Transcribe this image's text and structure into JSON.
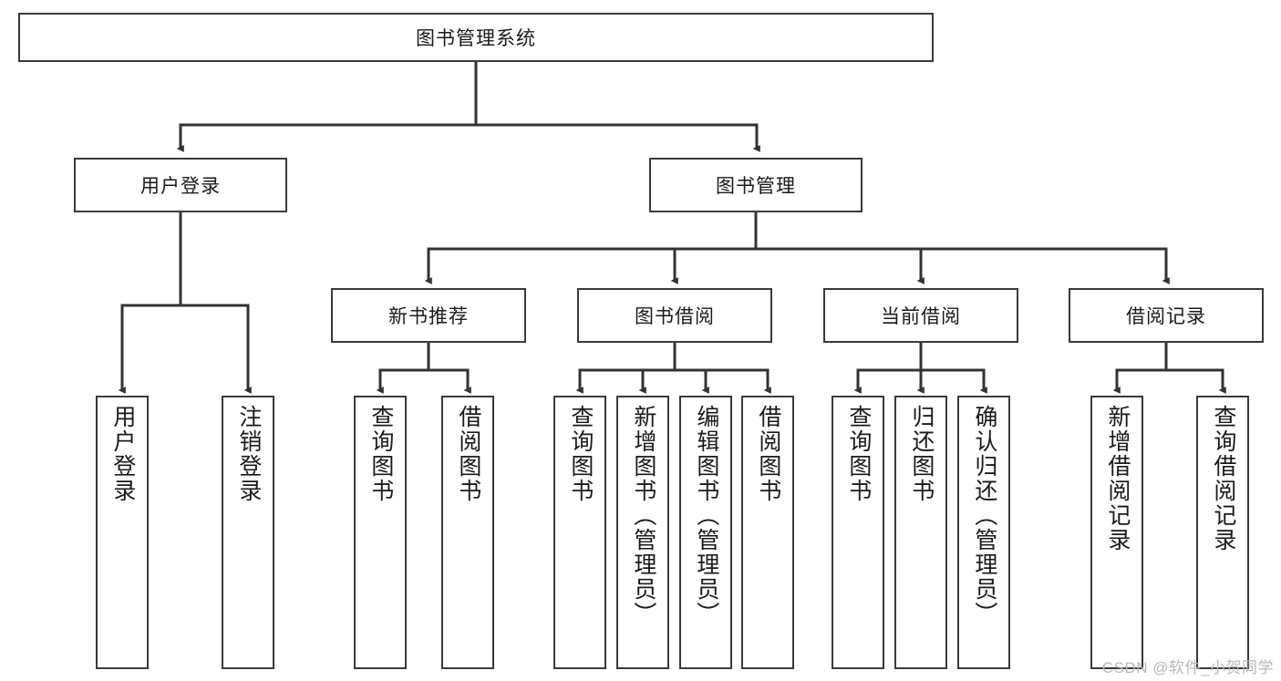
{
  "diagram": {
    "type": "tree",
    "title": "图书管理系统",
    "watermark": "CSDN @软件_小贺同学",
    "colors": {
      "box_border": "#3a3a3a",
      "connector": "#333333",
      "background": "#ffffff",
      "text": "#1a1a1a",
      "watermark": "#b9b9b9"
    },
    "root": {
      "label": "图书管理系统"
    },
    "level2": [
      {
        "id": "user-login",
        "label": "用户登录"
      },
      {
        "id": "book-manage",
        "label": "图书管理"
      }
    ],
    "level3": [
      {
        "id": "new-book-rec",
        "label": "新书推荐"
      },
      {
        "id": "book-borrow",
        "label": "图书借阅"
      },
      {
        "id": "current-borrow",
        "label": "当前借阅"
      },
      {
        "id": "borrow-record",
        "label": "借阅记录"
      }
    ],
    "leaves": {
      "user_login": [
        {
          "id": "leaf-user-login",
          "label": "用户登录"
        },
        {
          "id": "leaf-logout",
          "label": "注销登录"
        }
      ],
      "new_book_rec": [
        {
          "id": "leaf-query-book-1",
          "label": "查询图书"
        },
        {
          "id": "leaf-borrow-book-1",
          "label": "借阅图书"
        }
      ],
      "book_borrow": [
        {
          "id": "leaf-query-book-2",
          "label": "查询图书"
        },
        {
          "id": "leaf-add-book",
          "label": "新增图书（管理员）"
        },
        {
          "id": "leaf-edit-book",
          "label": "编辑图书（管理员）"
        },
        {
          "id": "leaf-borrow-book-2",
          "label": "借阅图书"
        }
      ],
      "current_borrow": [
        {
          "id": "leaf-query-book-3",
          "label": "查询图书"
        },
        {
          "id": "leaf-return-book",
          "label": "归还图书"
        },
        {
          "id": "leaf-confirm-return",
          "label": "确认归还（管理员）"
        }
      ],
      "borrow_record": [
        {
          "id": "leaf-add-record",
          "label": "新增借阅记录"
        },
        {
          "id": "leaf-query-record",
          "label": "查询借阅记录"
        }
      ]
    }
  }
}
